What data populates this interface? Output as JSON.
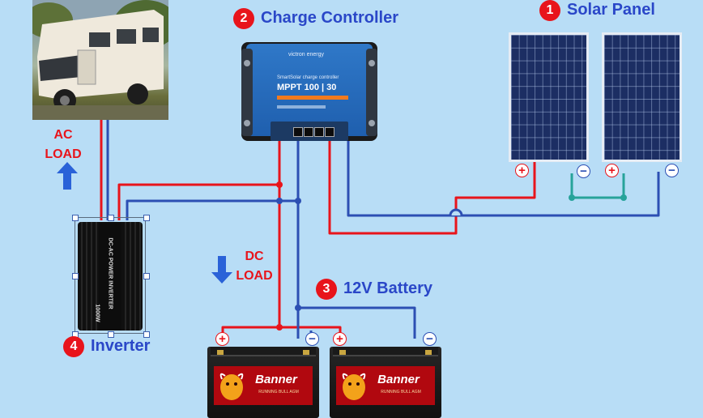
{
  "labels": {
    "charge_controller": "Charge Controller",
    "solar_panel": "Solar Panel",
    "battery": "12V Battery",
    "inverter": "Inverter",
    "ac_load_line1": "AC",
    "ac_load_line2": "LOAD",
    "dc_load_line1": "DC",
    "dc_load_line2": "LOAD"
  },
  "badges": {
    "solar_panel": "1",
    "charge_controller": "2",
    "battery": "3",
    "inverter": "4"
  },
  "controller": {
    "brand": "victron energy",
    "model_line1": "SmartSolar charge controller",
    "model_line2": "MPPT 100 | 30"
  },
  "battery_brand": "Banner",
  "battery_sub": "RUNNING BULL AGM",
  "inverter_text": "DC-AC POWER INVERTER",
  "inverter_rating": "1000W",
  "terminals": {
    "positive": "+",
    "negative": "−"
  },
  "colors": {
    "background": "#b8ddf6",
    "positive_wire": "#e8141b",
    "negative_wire": "#2c4fb3",
    "panel_link_wire": "#27a39a",
    "title_text": "#2a47c8"
  }
}
